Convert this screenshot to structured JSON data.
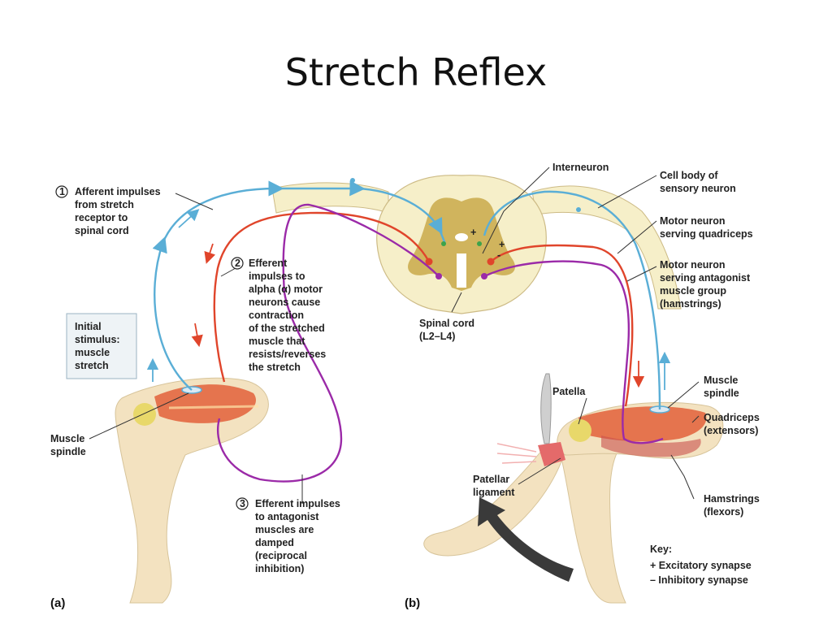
{
  "title": "Stretch Reflex",
  "labels": {
    "afferent": [
      "Afferent impulses",
      "from stretch",
      "receptor to",
      "spinal cord"
    ],
    "step1_num": "1",
    "efferent": [
      "Efferent",
      "impulses to",
      "alpha (α) motor",
      "neurons cause",
      "contraction",
      "of the stretched",
      "muscle that",
      "resists/reverses",
      "the stretch"
    ],
    "step2_num": "2",
    "damped": [
      "Efferent impulses",
      "to antagonist",
      "muscles are",
      "damped",
      "(reciprocal",
      "inhibition)"
    ],
    "step3_num": "3",
    "initial": [
      "Initial",
      "stimulus:",
      "muscle",
      "stretch"
    ],
    "muscle_spindle_a": [
      "Muscle",
      "spindle"
    ],
    "interneuron": "Interneuron",
    "cell_body": [
      "Cell body of",
      "sensory neuron"
    ],
    "motor_quad": [
      "Motor neuron",
      "serving quadriceps"
    ],
    "motor_ham": [
      "Motor neuron",
      "serving antagonist",
      "muscle group",
      "(hamstrings)"
    ],
    "spinal_cord": [
      "Spinal cord",
      "(L2–L4)"
    ],
    "patella": "Patella",
    "muscle_spindle_b": [
      "Muscle",
      "spindle"
    ],
    "quadriceps": [
      "Quadriceps",
      "(extensors)"
    ],
    "patellar_lig": [
      "Patellar",
      "ligament"
    ],
    "hamstrings": [
      "Hamstrings",
      "(flexors)"
    ],
    "key_title": "Key:",
    "key_items": [
      "+  Excitatory synapse",
      "–  Inhibitory synapse"
    ],
    "panel_a": "(a)",
    "panel_b": "(b)",
    "plus": "+",
    "minus": "-"
  },
  "colors": {
    "sensory": "#5aaed6",
    "motor_red": "#e0452b",
    "motor_purple": "#9b2aa8",
    "cord": "#f6efc9",
    "gray_matter": "#c9a94a",
    "skin": "#f3e2c0",
    "muscle": "#e2603a"
  }
}
